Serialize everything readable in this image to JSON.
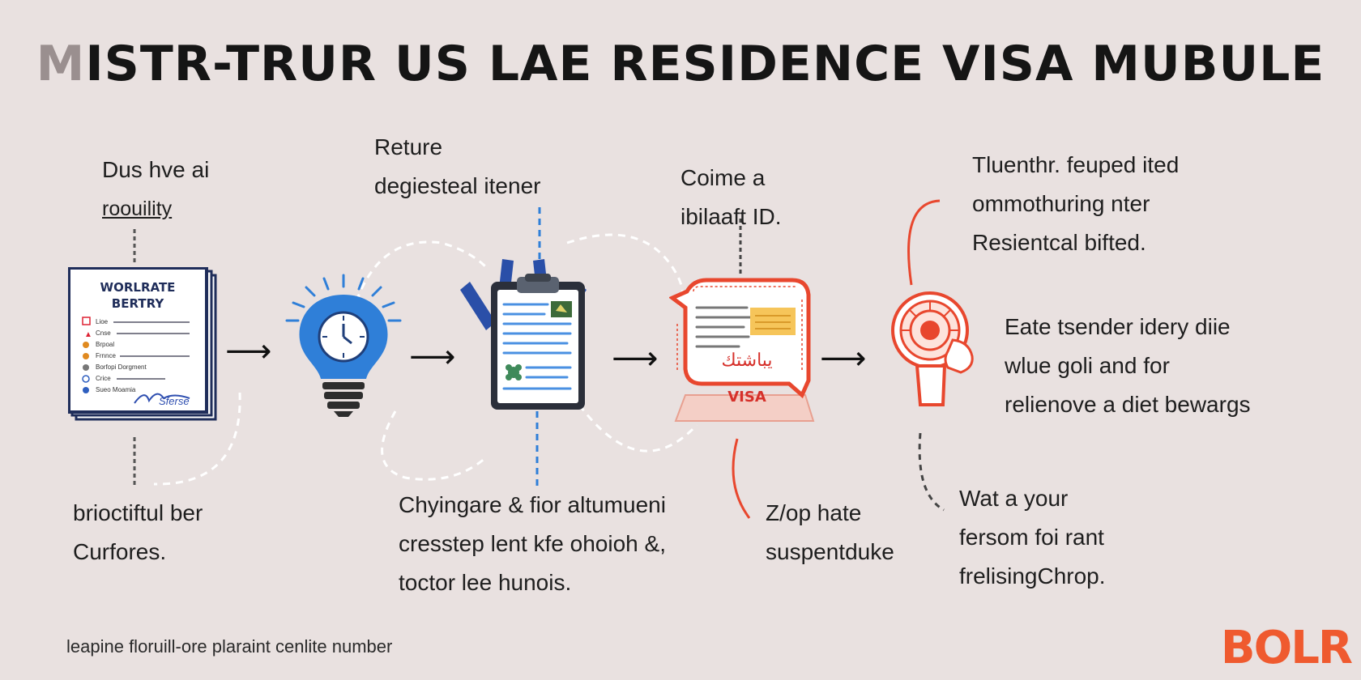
{
  "title_first": "M",
  "title_rest": "ISTR-TRUR US LAE RESIDENCE VISA MUBULE",
  "colors": {
    "background": "#e9e1e0",
    "blue": "#2f7fd8",
    "navy": "#263a7a",
    "red_orange": "#e8472e",
    "brand": "#ef5a2f"
  },
  "steps": [
    {
      "icon": "document-icon",
      "top_caption": [
        "Dus hve ai",
        "roouility"
      ],
      "bottom_caption": [
        "brioctiftul ber",
        "Curfores."
      ],
      "doc_heading": [
        "WORLRATE",
        "BERTRY"
      ],
      "doc_lines": [
        "Lioe",
        "Cnse",
        "Brpoal",
        "Frnnce",
        "Borfopi Dorgment",
        "Crice",
        "Sueo Moamia"
      ],
      "signature": "Sferse"
    },
    {
      "icon": "lightbulb-clock-icon",
      "top_caption": [
        "Reture",
        "degiesteal itener"
      ],
      "bottom_caption": []
    },
    {
      "icon": "clipboard-icon",
      "top_caption": [],
      "bottom_caption": [
        "Chyingare & fior altumueni",
        "cresstep lent kfe ohoioh &,",
        "toctor lee hunois."
      ]
    },
    {
      "icon": "visa-stamp-icon",
      "top_caption": [
        "Coime a",
        "ibilaaft ID."
      ],
      "bottom_caption": [
        "Z/op hate",
        "suspentduke"
      ],
      "stamp_label": "VISA",
      "stamp_script": "يباشتك"
    },
    {
      "icon": "seal-hand-icon",
      "top_caption": [
        "Tluenthr. feuped ited",
        "ommothuring nter",
        "Resientcal bifted."
      ],
      "middle_caption": [
        "Eate tsender idery diie",
        "wlue goli and for",
        "relienove a diet bewargs"
      ],
      "bottom_caption": [
        "Wat a your",
        "fersom foi rant",
        "frelisingChrop."
      ]
    }
  ],
  "footer": "leapine floruill-ore plaraint cenlite number",
  "brand": "BOLR"
}
